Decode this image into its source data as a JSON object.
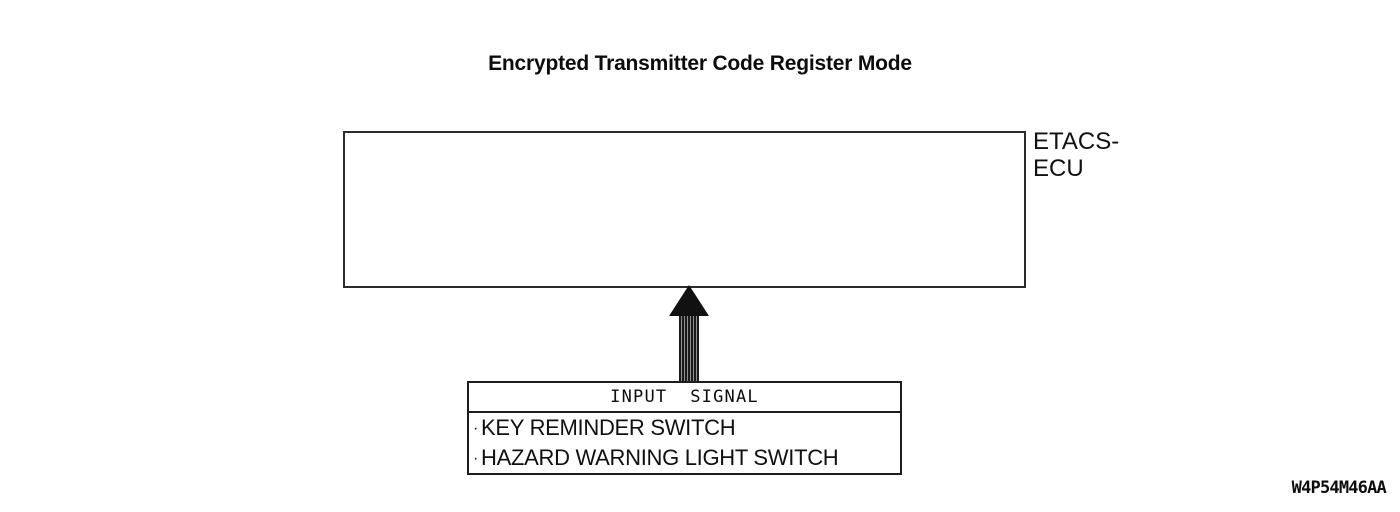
{
  "diagram": {
    "title": "Encrypted Transmitter Code Register Mode",
    "figure_code": "W4P54M46AA",
    "ecu": {
      "label_line1": "ETACS-",
      "label_line2": "ECU"
    },
    "arrow": {
      "direction": "up",
      "style": "striped-shaft-solid-head"
    },
    "input_signal": {
      "header": "INPUT  SIGNAL",
      "items": [
        {
          "bullet": "·",
          "label": "KEY REMINDER SWITCH"
        },
        {
          "bullet": "·",
          "label": "HAZARD WARNING LIGHT SWITCH"
        }
      ]
    },
    "colors": {
      "background": "#ffffff",
      "stroke": "#1d1d1d",
      "text": "#0d0d0d"
    }
  }
}
